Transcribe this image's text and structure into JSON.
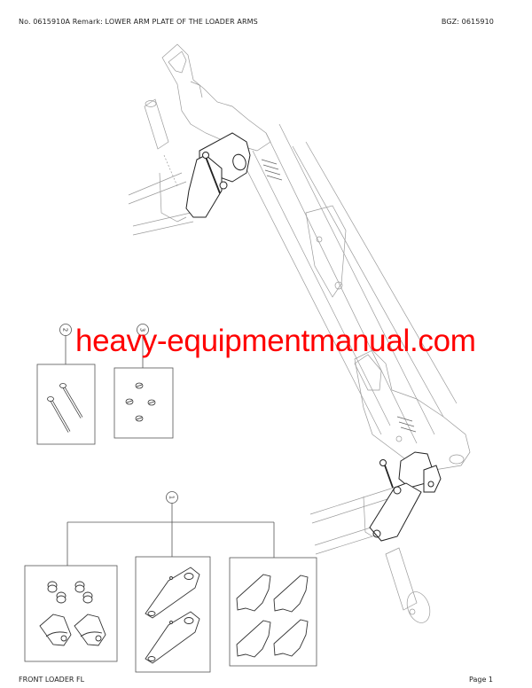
{
  "header": {
    "left": "No. 0615910A   Remark: LOWER ARM PLATE OF THE LOADER ARMS",
    "number": "No. 0615910A",
    "remark": "Remark: LOWER ARM PLATE OF THE LOADER ARMS",
    "right": "BGZ: 0615910"
  },
  "footer": {
    "left": "FRONT LOADER FL",
    "right": "Page 1"
  },
  "watermark": {
    "text": "heavy-equipmentmanual.com",
    "color": "#ff0000"
  },
  "callouts": [
    {
      "number": "2",
      "label": "bolts (x2)"
    },
    {
      "number": "3",
      "label": "nuts (x4)"
    },
    {
      "number": "1",
      "label": "lower arm plate kit: bushings, plates, pads"
    }
  ],
  "colors": {
    "line": "#333333",
    "faint_line": "#9a9a9a",
    "box": "#555555"
  }
}
